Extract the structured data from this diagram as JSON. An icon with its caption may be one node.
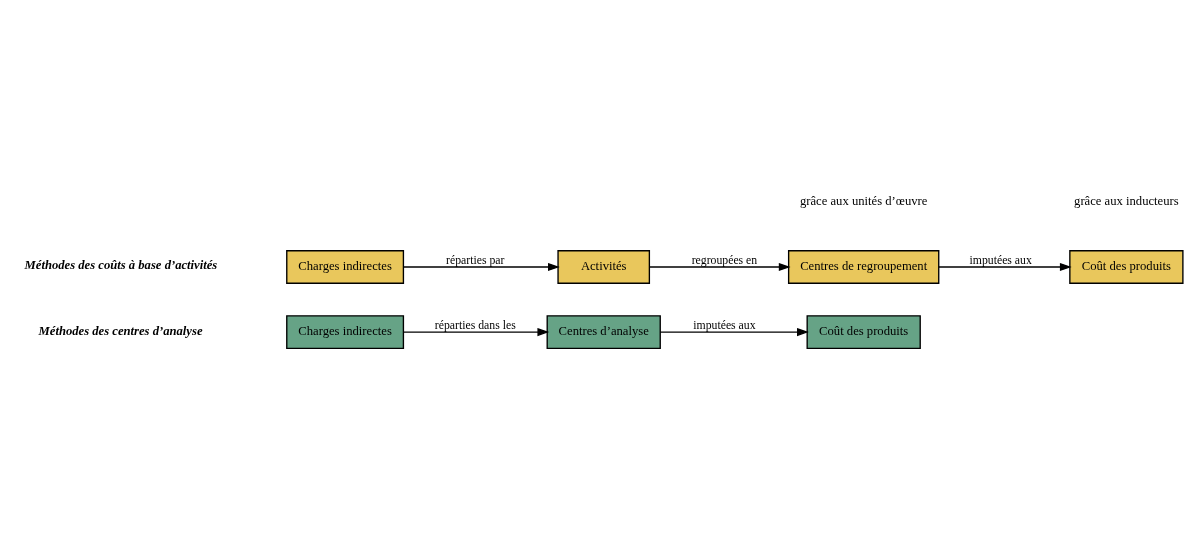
{
  "diagram": {
    "nodes": [
      {
        "text": [
          "Charges indirectes"
        ]
      },
      {
        "text": [
          "Centres d’analyse"
        ]
      },
      {
        "text": [
          "Coût des produits"
        ]
      },
      {
        "text": [
          "Charges indirectes"
        ]
      },
      {
        "text": [
          "Activités"
        ]
      },
      {
        "text": [
          "Centres de regroupement"
        ]
      },
      {
        "text": [
          "Coût des produits"
        ]
      }
    ],
    "edges": [
      {
        "from": 0,
        "to": 1,
        "arrow": "to",
        "label": "réparties dans les"
      },
      {
        "from": 1,
        "to": 2,
        "arrow": "to",
        "label": "imputées aux"
      },
      {
        "from": 3,
        "to": 4,
        "arrow": "to",
        "label": "réparties par"
      },
      {
        "from": 4,
        "to": 5,
        "arrow": "to",
        "label": "regroupées en"
      },
      {
        "from": 5,
        "to": 6,
        "arrow": "to",
        "label": "imputées aux"
      }
    ],
    "labels": [
      "Méthodes des centres d’analyse",
      "grâce aux unités d’œuvre",
      "Méthodes des coûts à base d’activités",
      "grâce aux inducteurs"
    ]
  }
}
